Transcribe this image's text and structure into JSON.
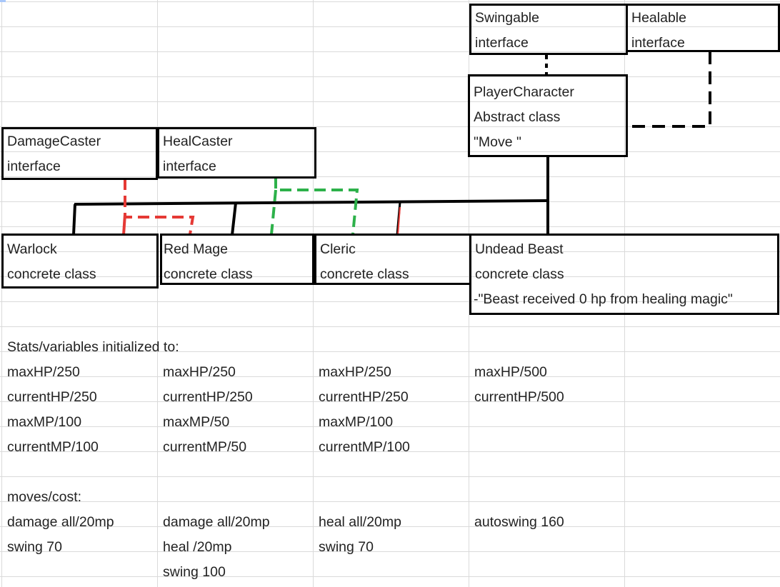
{
  "boxes": {
    "swingable": {
      "name": "Swingable",
      "kind": "interface"
    },
    "healable": {
      "name": "Healable",
      "kind": "interface"
    },
    "player_character": {
      "name": "PlayerCharacter",
      "kind": "Abstract class",
      "method": "\"Move \""
    },
    "damage_caster": {
      "name": "DamageCaster",
      "kind": "interface"
    },
    "heal_caster": {
      "name": "HealCaster",
      "kind": "interface"
    },
    "warlock": {
      "name": "Warlock",
      "kind": "concrete class"
    },
    "red_mage": {
      "name": "Red Mage",
      "kind": "concrete class"
    },
    "cleric": {
      "name": "Cleric",
      "kind": "concrete class"
    },
    "undead_beast": {
      "name": "Undead Beast",
      "kind": "concrete class",
      "note": "-\"Beast received 0 hp from healing magic\""
    }
  },
  "stats": {
    "heading": "Stats/variables initialized to:",
    "warlock": [
      "maxHP/250",
      "currentHP/250",
      "maxMP/100",
      "currentMP/100"
    ],
    "red_mage": [
      "maxHP/250",
      "currentHP/250",
      "maxMP/50",
      "currentMP/50"
    ],
    "cleric": [
      "maxHP/250",
      "currentHP/250",
      "maxMP/100",
      "currentMP/100"
    ],
    "undead_beast": [
      "maxHP/500",
      "currentHP/500"
    ]
  },
  "moves": {
    "heading": "moves/cost:",
    "warlock": [
      "damage all/20mp",
      "swing 70"
    ],
    "red_mage": [
      "damage all/20mp",
      "heal /20mp",
      "swing 100"
    ],
    "cleric": [
      "heal all/20mp",
      "swing 70"
    ],
    "undead_beast": [
      "autoswing 160"
    ]
  },
  "colors": {
    "damage_link": "#e53935",
    "heal_link": "#2db14a",
    "grid": "#dadada",
    "box_border": "#000000"
  }
}
